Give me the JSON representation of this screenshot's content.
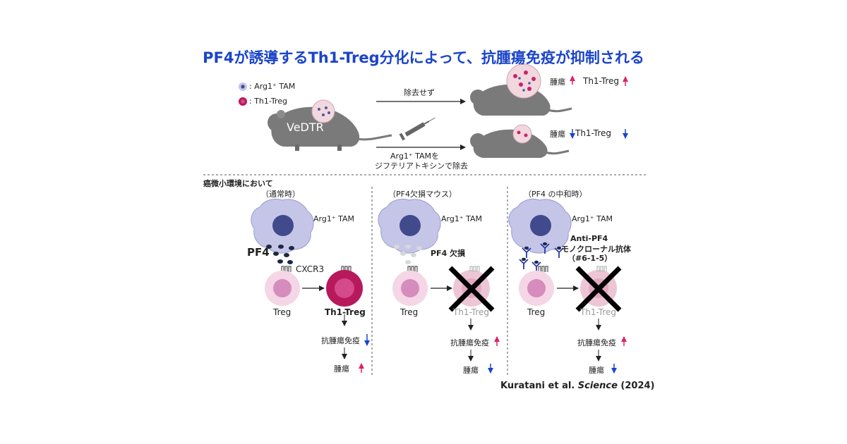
{
  "title": "PF4が誘導するTh1-Treg分化によって、抗腫瘍免疫が抑制される",
  "legend": {
    "arg1_tam": ": Arg1⁺ TAM",
    "th1_treg": ": Th1-Treg"
  },
  "top": {
    "mouse_label": "VeDTR",
    "upper_arrow_label": "除去せず",
    "lower_arrow_label_1": "Arg1⁺ TAMを",
    "lower_arrow_label_2": "ジフテリアトキシンで除去",
    "upper_result_tumor": "腫瘍",
    "upper_result_th1": "Th1-Treg",
    "lower_result_tumor": "腫瘍",
    "lower_result_th1": "Th1-Treg"
  },
  "section_label": "癌微小環境において",
  "panels": [
    {
      "condition": "（通常時）",
      "tam_label": "Arg1⁺ TAM",
      "pf4_label": "PF4",
      "receptor_label": "CXCR3",
      "treg_label": "Treg",
      "th1_label": "Th1-Treg",
      "immunity_label": "抗腫瘍免疫",
      "tumor_label": "腫瘍"
    },
    {
      "condition": "（PF4欠損マウス）",
      "tam_label": "Arg1⁺ TAM",
      "pf4_label": "PF4 欠損",
      "treg_label": "Treg",
      "th1_label": "Th1-Treg",
      "immunity_label": "抗腫瘍免疫",
      "tumor_label": "腫瘍"
    },
    {
      "condition": "（PF4 の中和時）",
      "tam_label": "Arg1⁺ TAM",
      "antibody_label_1": "Anti-PF4",
      "antibody_label_2": "モノクローナル抗体",
      "antibody_label_3": "（#6-1-5）",
      "treg_label": "Treg",
      "th1_label": "Th1-Treg",
      "immunity_label": "抗腫瘍免疫",
      "tumor_label": "腫瘍"
    }
  ],
  "citation": {
    "authors": "Kuratani et al. ",
    "journal": "Science",
    "year": " (2024)"
  },
  "colors": {
    "title": "#1a44c8",
    "up_arrow": "#e0206a",
    "down_arrow": "#1a44c8",
    "mouse": "#7a7a7a",
    "tam_body": "#c5c5e8",
    "tam_nucleus": "#414a8c",
    "treg_body": "#f4d6e6",
    "treg_nucleus": "#d68cbc",
    "th1_body": "#b8195c",
    "pf4_dot": "#1c2845"
  }
}
